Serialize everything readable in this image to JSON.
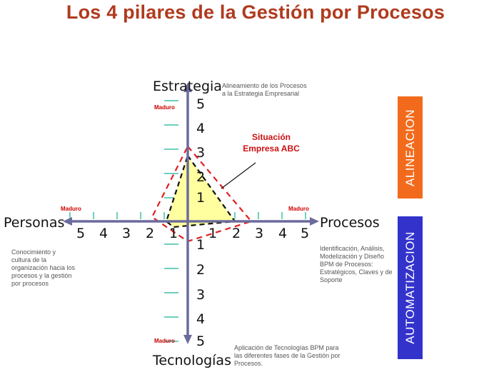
{
  "title": "Los 4 pilares de la Gestión por Procesos",
  "axes": {
    "top": {
      "label": "Estrategia",
      "description": "Alineamiento de los Procesos a la Estrategia Empresarial",
      "maturity": "Maduro"
    },
    "right": {
      "label": "Procesos",
      "description": "Identificación, Análisis, Modelización y Diseño BPM de Procesos: Estratégicos, Claves y de Soporte",
      "maturity": "Maduro"
    },
    "bottom": {
      "label": "Tecnologías",
      "description": "Aplicación de Tecnologías BPM para las diferentes fases de la Gestión por Procesos.",
      "maturity": "Maduro"
    },
    "left": {
      "label": "Personas",
      "description": "Conocimiento y cultura de la organización hacia los procesos y la gestión por procesos",
      "maturity": "Maduro"
    }
  },
  "scale": [
    "1",
    "2",
    "3",
    "4",
    "5"
  ],
  "side_labels": {
    "alignment": {
      "text": "ALINEACION",
      "color": "#f26b1d"
    },
    "automation": {
      "text": "AUTOMATIZACION",
      "color": "#3333cc"
    }
  },
  "annotation": "Situación Empresa ABC",
  "series": [
    {
      "role": "maduro",
      "style": "red-dashed",
      "values": {
        "Estrategia": 3,
        "Procesos": 3,
        "Tecnologías": 1,
        "Personas": 2
      }
    },
    {
      "role": "company",
      "style": "black-dashed-yellow-fill",
      "values": {
        "Estrategia": 3,
        "Procesos": 2,
        "Tecnologías": 0,
        "Personas": 1
      }
    }
  ],
  "colors": {
    "axis": "#6b6b9e",
    "title": "#b03a1e",
    "maduro_line": "#e02020",
    "company_fill": "#ffffa0"
  }
}
